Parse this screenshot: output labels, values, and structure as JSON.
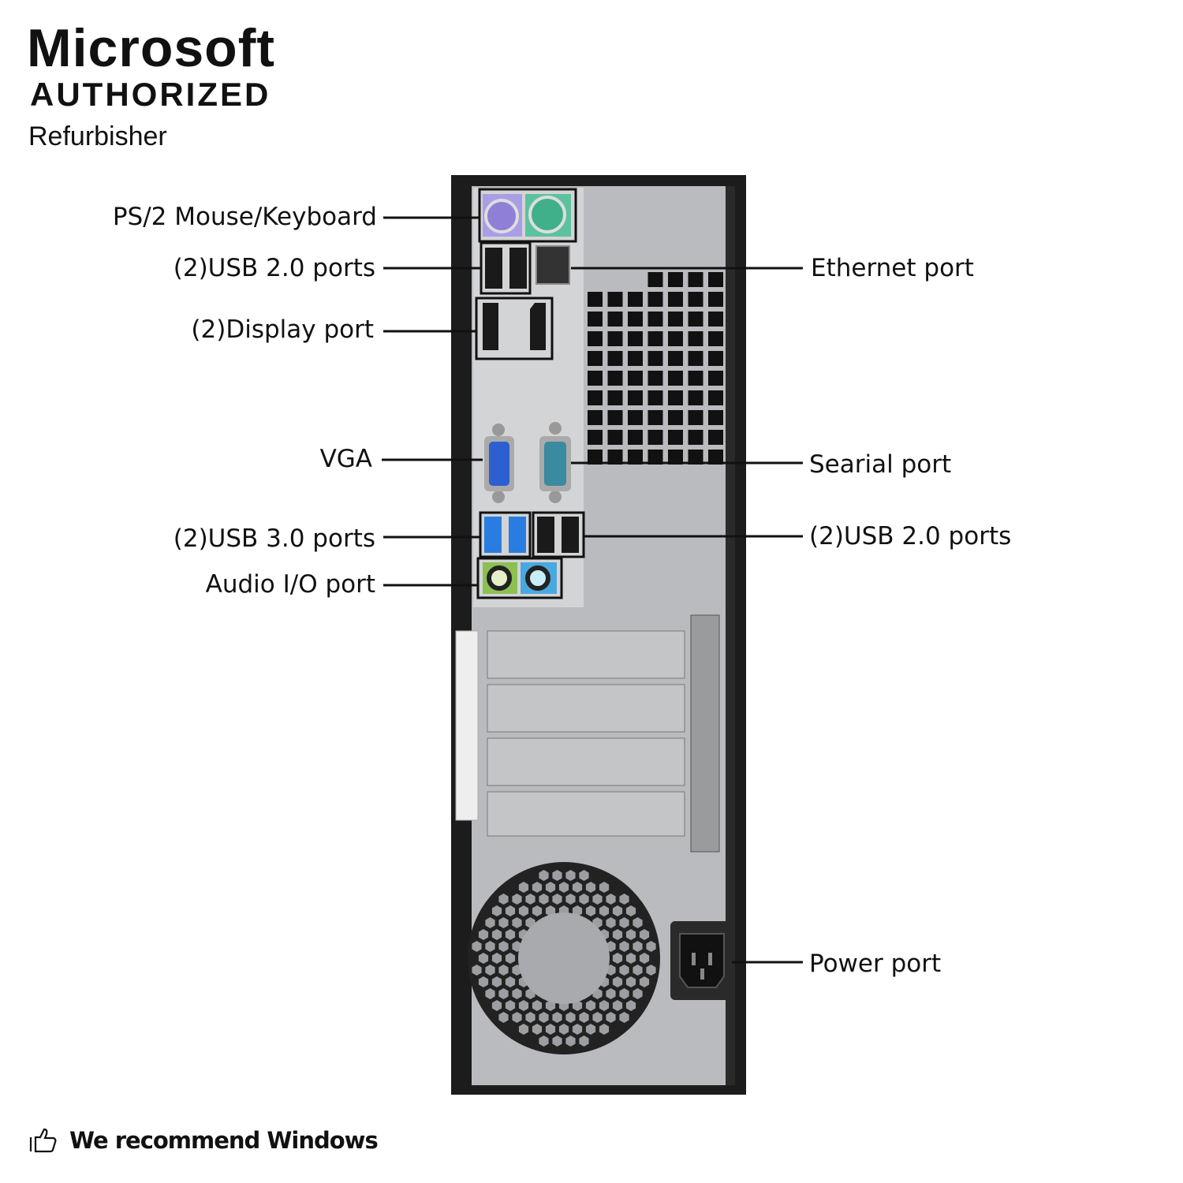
{
  "logo": {
    "line1": "Microsoft",
    "line2": "AUTHORIZED",
    "line3": "Refurbisher"
  },
  "footer": {
    "icon": "thumbs-up-icon",
    "text": "We recommend Windows"
  },
  "callouts": {
    "ps2": "PS/2 Mouse/Keyboard",
    "usb2_left": "(2)USB 2.0 ports",
    "display": "(2)Display port",
    "vga": "VGA",
    "usb3": "(2)USB 3.0 ports",
    "audio": "Audio I/O port",
    "ethernet": "Ethernet port",
    "serial": "Searial port",
    "usb2_right": "(2)USB 2.0 ports",
    "power": "Power port"
  },
  "colors": {
    "ps2_mouse": "#8f7fd6",
    "ps2_keyboard": "#3fb08a",
    "vga": "#2d5fd0",
    "serial": "#3a8aa0",
    "usb3": "#2a7de0",
    "audio_out": "#8cc152",
    "audio_in": "#4aa8e0",
    "chassis": "#1a1a1a",
    "panel": "#c9cacc"
  }
}
